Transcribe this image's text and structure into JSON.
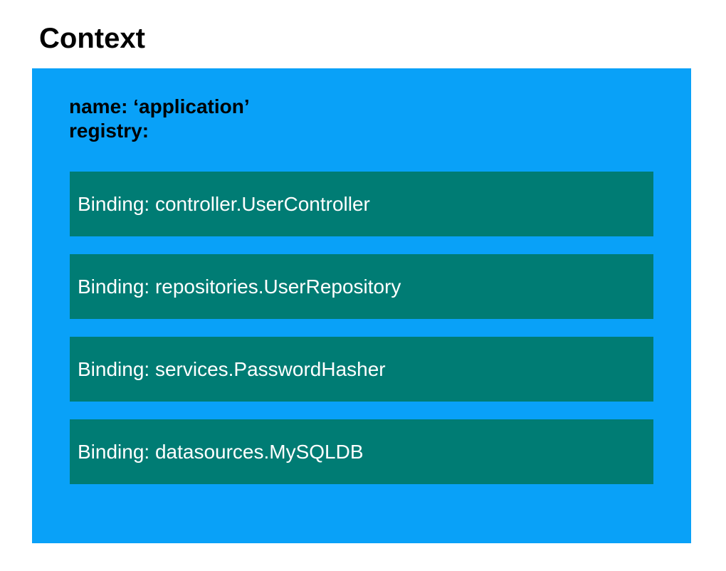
{
  "title": "Context",
  "context": {
    "name_line": "name: ‘application’",
    "registry_line": "registry:",
    "bindings": [
      {
        "label": "Binding: controller.UserController"
      },
      {
        "label": "Binding: repositories.UserRepository"
      },
      {
        "label": "Binding: services.PasswordHasher"
      },
      {
        "label": "Binding: datasources.MySQLDB"
      }
    ]
  },
  "colors": {
    "container_bg": "#09A1F8",
    "binding_bg": "#007C74",
    "binding_text": "#FFFFFF",
    "heading_text": "#000000"
  }
}
